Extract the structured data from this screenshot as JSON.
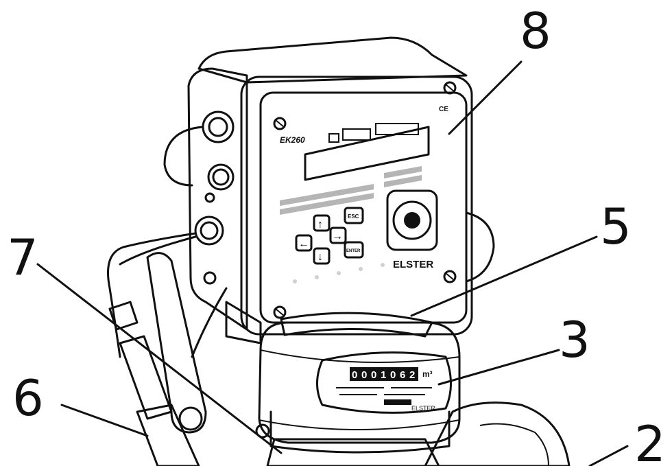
{
  "device": {
    "model_label": "EK260",
    "brand_label": "ELSTER",
    "ce_mark": "CE",
    "esc_key": "ESC",
    "enter_key": "ENTER",
    "meter_brand": "ELSTER",
    "meter_unit": "m³",
    "counter_digits": [
      "0",
      "0",
      "0",
      "1",
      "0",
      "6",
      "2"
    ]
  },
  "callouts": [
    {
      "id": "8",
      "label": "8"
    },
    {
      "id": "5",
      "label": "5"
    },
    {
      "id": "3",
      "label": "3"
    },
    {
      "id": "7",
      "label": "7"
    },
    {
      "id": "6",
      "label": "6"
    },
    {
      "id": "2",
      "label": "2"
    }
  ],
  "colors": {
    "ink": "#111111",
    "light_grey": "#d9d9d9",
    "mid_grey": "#b5b5b5",
    "dark_grey": "#8a8a8a",
    "display": "#6a6a6a"
  }
}
